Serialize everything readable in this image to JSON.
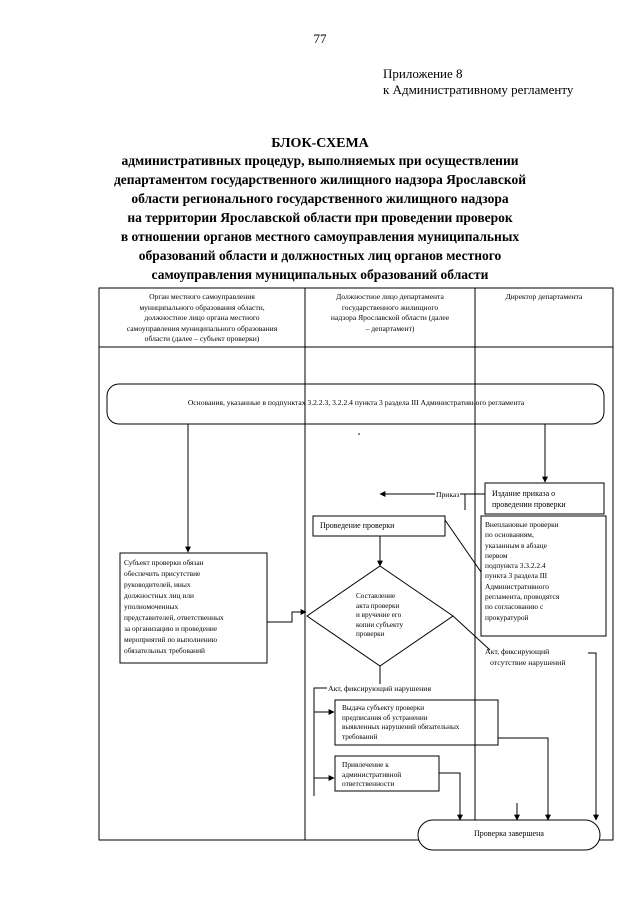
{
  "page_number": "77",
  "appendix": {
    "line1": "Приложение 8",
    "line2": "к Административному регламенту"
  },
  "title": {
    "main": "БЛОК-СХЕМА",
    "subtitle_lines": [
      "административных процедур, выполняемых при осуществлении",
      "департаментом государственного жилищного надзора Ярославской",
      "области регионального государственного жилищного надзора",
      "на территории Ярославской области при проведении проверок",
      "в отношении органов местного самоуправления муниципальных",
      "образований области и должностных лиц органов местного",
      "самоуправления муниципальных образований области"
    ]
  },
  "columns": {
    "col1": [
      "Орган местного самоуправления",
      "муниципального образования области,",
      "должностное лицо органа местного",
      "самоуправления муниципального образования",
      "области (далее – субъект проверки)"
    ],
    "col2": [
      "Должностное лицо департамента",
      "государственного жилищного",
      "надзора Ярославской области (далее",
      "– департамент)"
    ],
    "col3": [
      "Директор департамента"
    ]
  },
  "flow": {
    "grounds": "Основания, указанные в подпунктах 3.2.2.3, 3.2.2.4 пункта 3 раздела III Административного регламента",
    "order_label": "Приказ",
    "order_issue": [
      "Издание приказа о",
      "проведении проверки"
    ],
    "inspection": "Проведение проверки",
    "unscheduled": [
      "Внеплановые проверки",
      "по основаниям,",
      "указанным в абзаце",
      "первом",
      "подпункта 3.3.2.2.4",
      "пункта 3 раздела III",
      "Административного",
      "регламента, проводятся",
      "по согласованию с",
      "прокуратурой"
    ],
    "subject_duty": [
      "Субъект проверки обязан",
      "обеспечить присутствие",
      "руководителей, иных",
      "должностных лиц или",
      "уполномоченных",
      "представителей, ответственных",
      "за организацию и проведение",
      "мероприятий по выполнению",
      "обязательных требований"
    ],
    "act_compose": [
      "Составление",
      "акта проверки",
      "и вручение его",
      "копии субъекту",
      "проверки"
    ],
    "act_no_violations": [
      "Акт, фиксирующий",
      "отсутствие нарушений"
    ],
    "act_violations": "Акт, фиксирующий нарушения",
    "order_fix": [
      "Выдача субъекту проверки",
      "предписания об устранении",
      "выявленных нарушений обязательных",
      "требований"
    ],
    "liability": [
      "Привлечение к",
      "административной",
      "ответственности"
    ],
    "completed": "Проверка завершена"
  }
}
